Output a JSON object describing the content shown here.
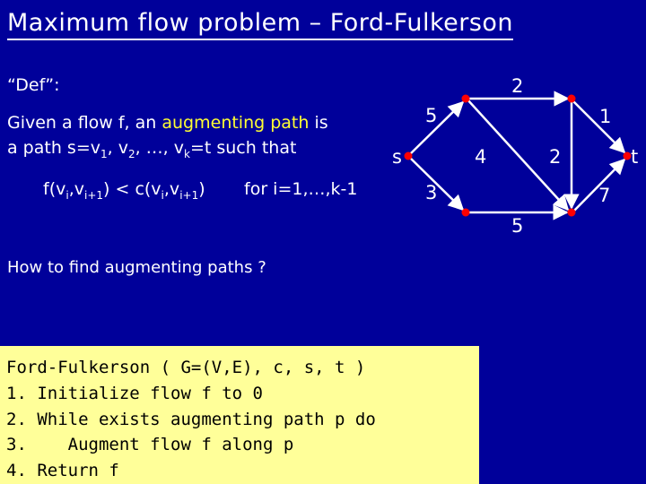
{
  "title": "Maximum flow problem – Ford-Fulkerson",
  "definition": {
    "def_label": "“Def”:",
    "given_pre": "Given a flow f, an ",
    "augmenting_path": "augmenting path",
    "given_post": " is",
    "path_text": "a path s=v",
    "path_sub1": "1",
    "path_mid1": ", v",
    "path_sub2": "2",
    "path_mid2": ", …, v",
    "path_subk": "k",
    "path_end": "=t such that",
    "cond_f": "f(v",
    "cond_sub_i": "i",
    "cond_comma1": ",v",
    "cond_sub_i1": "i+1",
    "cond_lt": ") < c(v",
    "cond_sub_i_b": "i",
    "cond_comma2": ",v",
    "cond_sub_i1_b": "i+1",
    "cond_close": ")",
    "cond_for": "for i=1,…,k-1"
  },
  "question": "How to find augmenting paths ?",
  "algorithm": [
    "Ford-Fulkerson ( G=(V,E), c, s, t )",
    "1. Initialize flow f to 0",
    "2. While exists augmenting path p do",
    "3.    Augment flow f along p",
    "4. Return f"
  ],
  "graph": {
    "source_label": "s",
    "sink_label": "t",
    "capacities": {
      "top": "2",
      "s_to_top_left": "5",
      "top_right_to_t": "1",
      "top_left_to_bottom_right": "4",
      "top_right_to_bottom_right": "2",
      "s_to_bottom_left": "3",
      "bottom": "5",
      "bottom_right_to_t": "7"
    }
  },
  "colors": {
    "background": "#00009a",
    "highlight": "#ffff33",
    "code_bg": "#ffff99",
    "node": "#ff0000"
  }
}
